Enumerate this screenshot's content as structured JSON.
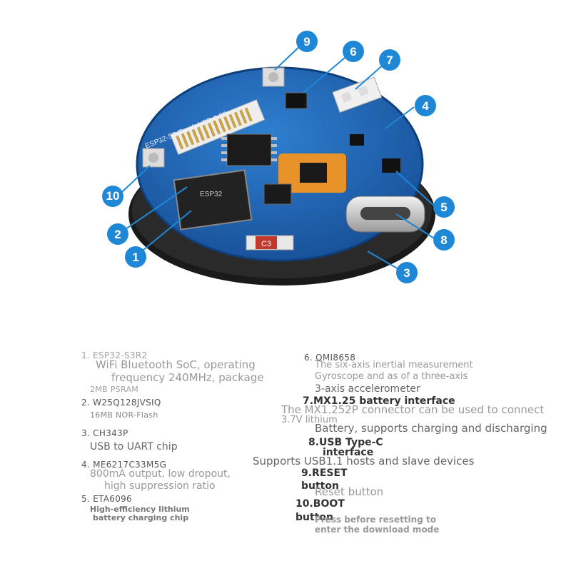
{
  "board": {
    "silkscreen": "ESP32-S3-Touch-LCD-1.28",
    "chip_label": "ESP32",
    "battery_label": "C3",
    "callouts": [
      "1",
      "2",
      "3",
      "4",
      "5",
      "6",
      "7",
      "8",
      "9",
      "10"
    ],
    "accent_color": "#1e88d6"
  },
  "specs": {
    "item1": {
      "code": "1. ESP32-S3R2",
      "desc": [
        "WiFi Bluetooth SoC, operating",
        "frequency 240MHz, package",
        "2MB PSRAM"
      ]
    },
    "item2": {
      "code": "2. W25Q128JVSIQ",
      "desc": [
        "16MB NOR-Flash"
      ]
    },
    "item3": {
      "code": "3. CH343P",
      "desc": [
        "USB to UART chip"
      ]
    },
    "item4": {
      "code": "4. ME6217C33M5G",
      "desc": [
        "800mA output, low dropout,",
        "high suppression ratio"
      ]
    },
    "item5": {
      "code": "5. ETA6096",
      "desc": [
        "High-efficiency lithium",
        "battery charging chip"
      ]
    },
    "item6": {
      "code": "6. QMI8658",
      "desc": [
        "The six-axis inertial measurement",
        "Gyroscope and as of a three-axis",
        "3-axis accelerometer"
      ]
    },
    "item7": {
      "code": "7.MX1.25 battery interface",
      "desc": [
        "The MX1.252P connector can be used to connect",
        "3.7V lithium",
        "Battery, supports charging and discharging"
      ]
    },
    "item8": {
      "code": "8.USB Type-C",
      "code2": "interface",
      "desc": [
        "Supports USB1.1 hosts and slave devices"
      ]
    },
    "item9": {
      "code": "9.RESET",
      "code2": "button",
      "desc": [
        "Reset button"
      ]
    },
    "item10": {
      "code": "10.BOOT",
      "code2": "button",
      "desc": [
        "Press before resetting to",
        "enter the download mode"
      ]
    }
  }
}
